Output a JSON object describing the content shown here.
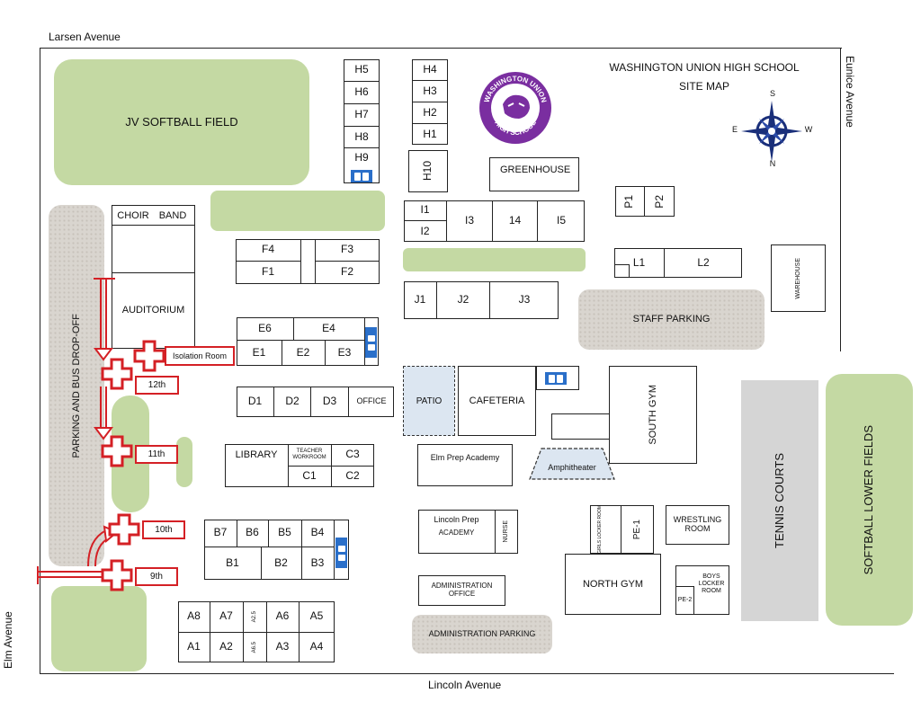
{
  "roads": {
    "north": "Larsen Avenue",
    "east": "Eunice Avenue",
    "west": "Elm Avenue",
    "south": "Lincoln Avenue"
  },
  "title": {
    "line1": "WASHINGTON UNION HIGH SCHOOL",
    "line2": "SITE MAP"
  },
  "logo": {
    "top": "WASHINGTON UNION",
    "bottom": "HIGH SCHOOL",
    "color": "#7a2ea0"
  },
  "compass": {
    "n": "N",
    "s": "S",
    "e": "E",
    "w": "W",
    "color": "#1a2f7a"
  },
  "fields": {
    "jv": "JV SOFTBALL FIELD",
    "softball_lower": "SOFTBALL LOWER FIELDS",
    "tennis": "TENNIS COURTS"
  },
  "parking": {
    "bus": "PARKING AND BUS DROP-OFF",
    "staff": "STAFF PARKING",
    "admin": "ADMINISTRATION PARKING"
  },
  "rooms": {
    "h": [
      "H5",
      "H6",
      "H7",
      "H8",
      "H9"
    ],
    "h_right": [
      "H4",
      "H3",
      "H2",
      "H1"
    ],
    "h10": "H10",
    "greenhouse": "GREENHOUSE",
    "i1": "I1",
    "i2": "I2",
    "i3": "I3",
    "i14": "14",
    "i5": "I5",
    "p1": "P1",
    "p2": "P2",
    "l1": "L1",
    "l2": "L2",
    "warehouse": "WAREHOUSE",
    "choir": "CHOIR",
    "band": "BAND",
    "auditorium": "AUDITORIUM",
    "f4": "F4",
    "f3": "F3",
    "f1": "F1",
    "f2": "F2",
    "j1": "J1",
    "j2": "J2",
    "j3": "J3",
    "e6": "E6",
    "e4": "E4",
    "e1": "E1",
    "e2": "E2",
    "e3": "E3",
    "isolation": "Isolation Room",
    "d1": "D1",
    "d2": "D2",
    "d3": "D3",
    "office": "OFFICE",
    "patio": "PATIO",
    "cafeteria": "CAFETERIA",
    "south_gym": "SOUTH GYM",
    "library": "LIBRARY",
    "teacher": "TEACHER WORKROOM",
    "c3": "C3",
    "c1": "C1",
    "c2": "C2",
    "elm_prep": "Elm Prep Academy",
    "amphitheater": "Amphitheater",
    "lincoln_prep1": "Lincoln Prep",
    "lincoln_prep2": "ACADEMY",
    "nurse": "NURSE",
    "girls_locker": "GIRLS LOCKER ROOM",
    "pe1": "PE-1",
    "wrestling": "WRESTLING ROOM",
    "north_gym": "NORTH GYM",
    "boys_locker": "BOYS LOCKER ROOM",
    "pe2": "PE-2",
    "admin_office": "ADMINISTRATION OFFICE",
    "b_top": [
      "B7",
      "B6",
      "B5",
      "B4"
    ],
    "b_bottom": [
      "B1",
      "B2",
      "B3"
    ],
    "a_top": [
      "A8",
      "A7",
      "A2.5",
      "A6",
      "A5"
    ],
    "a_bottom": [
      "A1",
      "A2",
      "A6.5",
      "A3",
      "A4"
    ]
  },
  "grades": {
    "g12": "12th",
    "g11": "11th",
    "g10": "10th",
    "g9": "9th"
  },
  "colors": {
    "green": "#c4d9a3",
    "red": "#d42025",
    "blue": "#2a6fc9",
    "patio": "#dce6f1"
  }
}
